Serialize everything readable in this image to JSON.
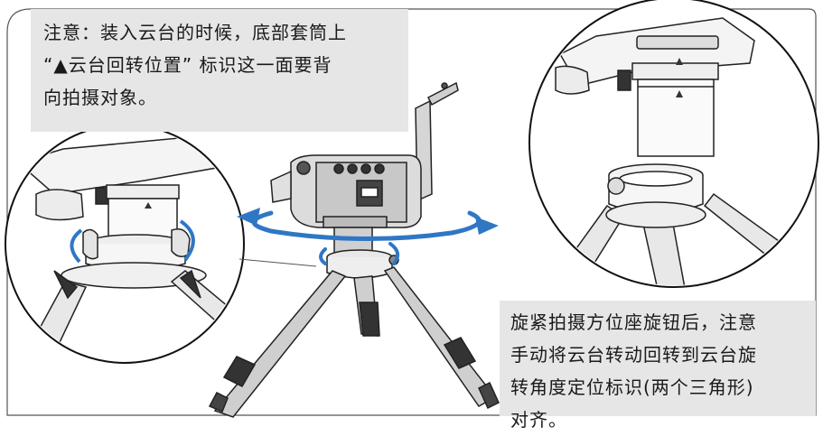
{
  "notes": {
    "top": {
      "lines": [
        "注意：装入云台的时候，底部套筒上",
        "“▲云台回转位置” 标识这一面要背",
        "向拍摄对象。"
      ]
    },
    "bottom": {
      "lines": [
        "旋紧拍摄方位座旋钮后，注意",
        "手动将云台转动回转到云台旋",
        "转角度定位标识(两个三角形)",
        "对齐。"
      ]
    }
  },
  "colors": {
    "frame_line": "#555555",
    "note_bg": "#e6e6e6",
    "rotation_arrow": "#2f77c5",
    "device": "#333333"
  },
  "icons": {
    "rotation_arrow": "blue-rotation-arrow-icon",
    "alignment_marks": "triangle-alignment-marks-icon"
  }
}
